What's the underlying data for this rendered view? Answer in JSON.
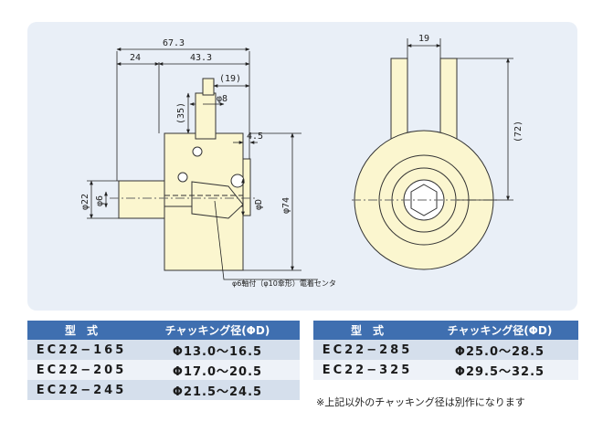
{
  "drawing": {
    "dim_overall": "67.3",
    "dim_left": "24",
    "dim_right": "43.3",
    "dim_19_side": "(19)",
    "dim_phi8": "φ8",
    "dim_35": "(35)",
    "dim_4_5": "4.5",
    "dim_phi22": "φ22",
    "dim_phi6": "φ6",
    "dim_phiD": "φD",
    "dim_phi74": "φ74",
    "dim_19_top": "19",
    "dim_72": "(72)",
    "annotation": "φ6軸付（φ10傘形）電着センタ"
  },
  "table_left": {
    "headers": [
      "型　式",
      "チャッキング径(ΦD)"
    ],
    "rows": [
      [
        "EC22−165",
        "Φ13.0〜16.5"
      ],
      [
        "EC22−205",
        "Φ17.0〜20.5"
      ],
      [
        "EC22−245",
        "Φ21.5〜24.5"
      ]
    ]
  },
  "table_right": {
    "headers": [
      "型　式",
      "チャッキング径(ΦD)"
    ],
    "rows": [
      [
        "EC22−285",
        "Φ25.0〜28.5"
      ],
      [
        "EC22−325",
        "Φ29.5〜32.5"
      ]
    ]
  },
  "footnote": "※上記以外のチャッキング径は別作になります",
  "colors": {
    "panel": "#e9eff7",
    "part": "#fbf6cf",
    "header": "#3f6fb0"
  }
}
